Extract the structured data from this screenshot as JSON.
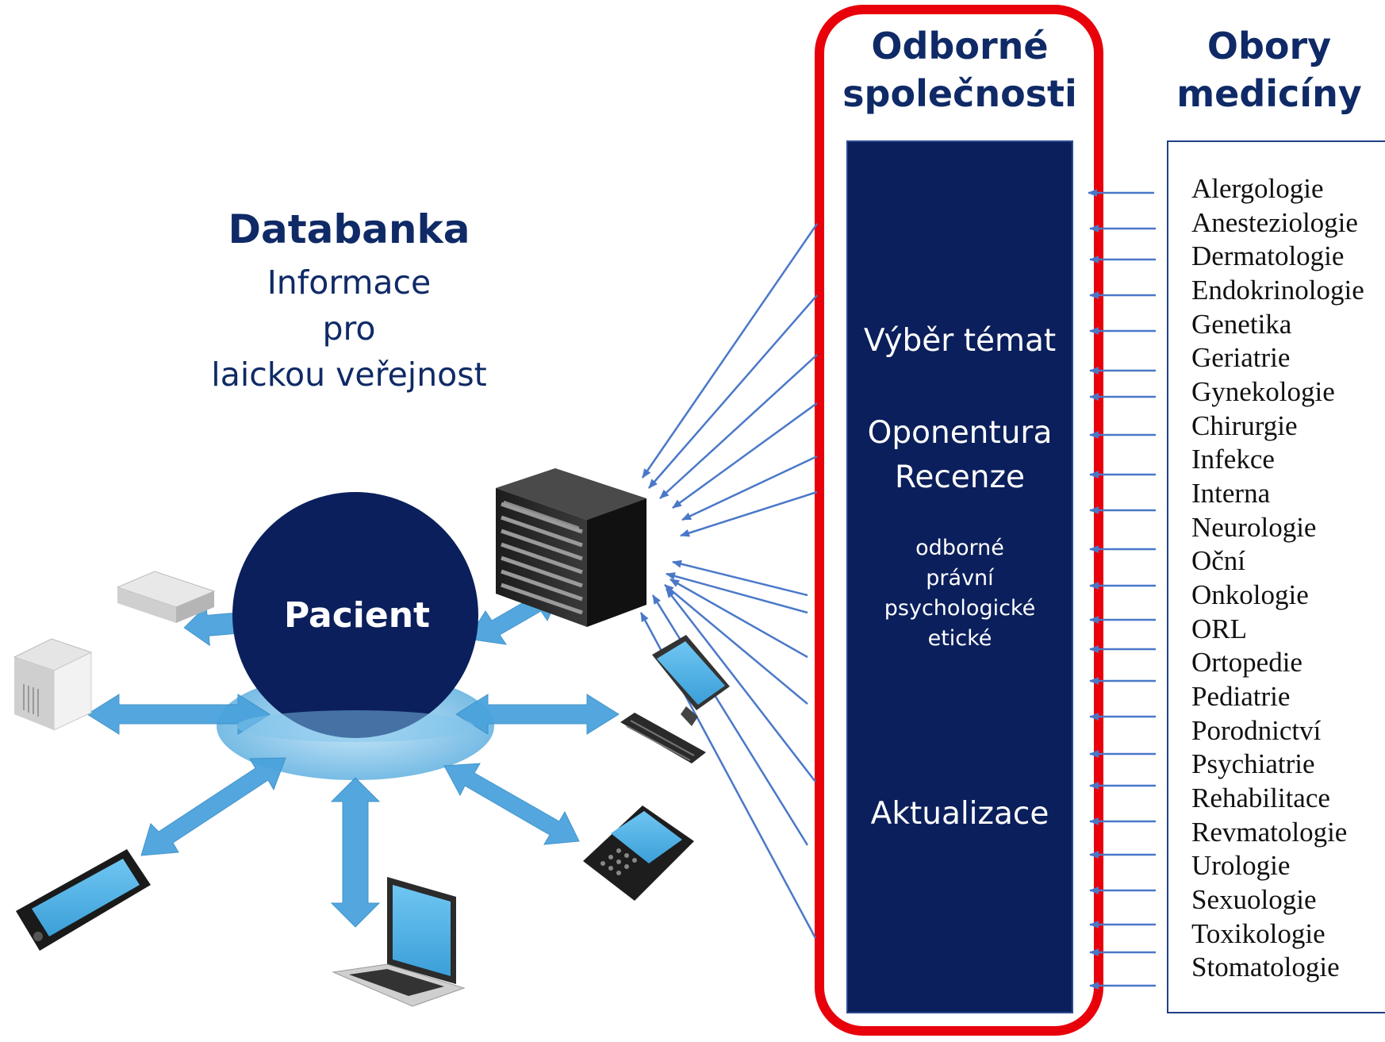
{
  "databank": {
    "title": "Databanka",
    "subtitle_lines": [
      "Informace",
      "pro",
      "laickou veřejnost"
    ]
  },
  "center": {
    "label": "Pacient"
  },
  "societies": {
    "header_line1": "Odborné",
    "header_line2": "společnosti",
    "activities": {
      "topic_selection": "Výběr témat",
      "review_line1": "Oponentura",
      "review_line2": "Recenze",
      "review_aspects": [
        "odborné",
        "právní",
        "psychologické",
        "etické"
      ],
      "update": "Aktualizace"
    }
  },
  "fields": {
    "header_line1": "Obory",
    "header_line2": "medicíny",
    "items": [
      "Alergologie",
      "Anesteziologie",
      "Dermatologie",
      "Endokrinologie",
      "Genetika",
      "Geriatrie",
      "Gynekologie",
      "Chirurgie",
      "Infekce",
      "Interna",
      "Neurologie",
      "Oční",
      "Onkologie",
      "ORL",
      "Ortopedie",
      "Pediatrie",
      "Porodnictví",
      "Psychiatrie",
      "Rehabilitace",
      "Revmatologie",
      "Urologie",
      "Sexuologie",
      "Toxikologie",
      "Stomatologie"
    ]
  },
  "colors": {
    "navy": "#0f2a66",
    "pillar": "#0b1f5c",
    "highlight_frame": "#e8000b",
    "arrow_blue": "#4a78c8",
    "device_arrow": "#4aa3dd"
  },
  "devices": [
    "server-rack",
    "router",
    "desktop-tower",
    "desktop-monitor",
    "smartphone",
    "laptop",
    "blackberry-phone"
  ]
}
